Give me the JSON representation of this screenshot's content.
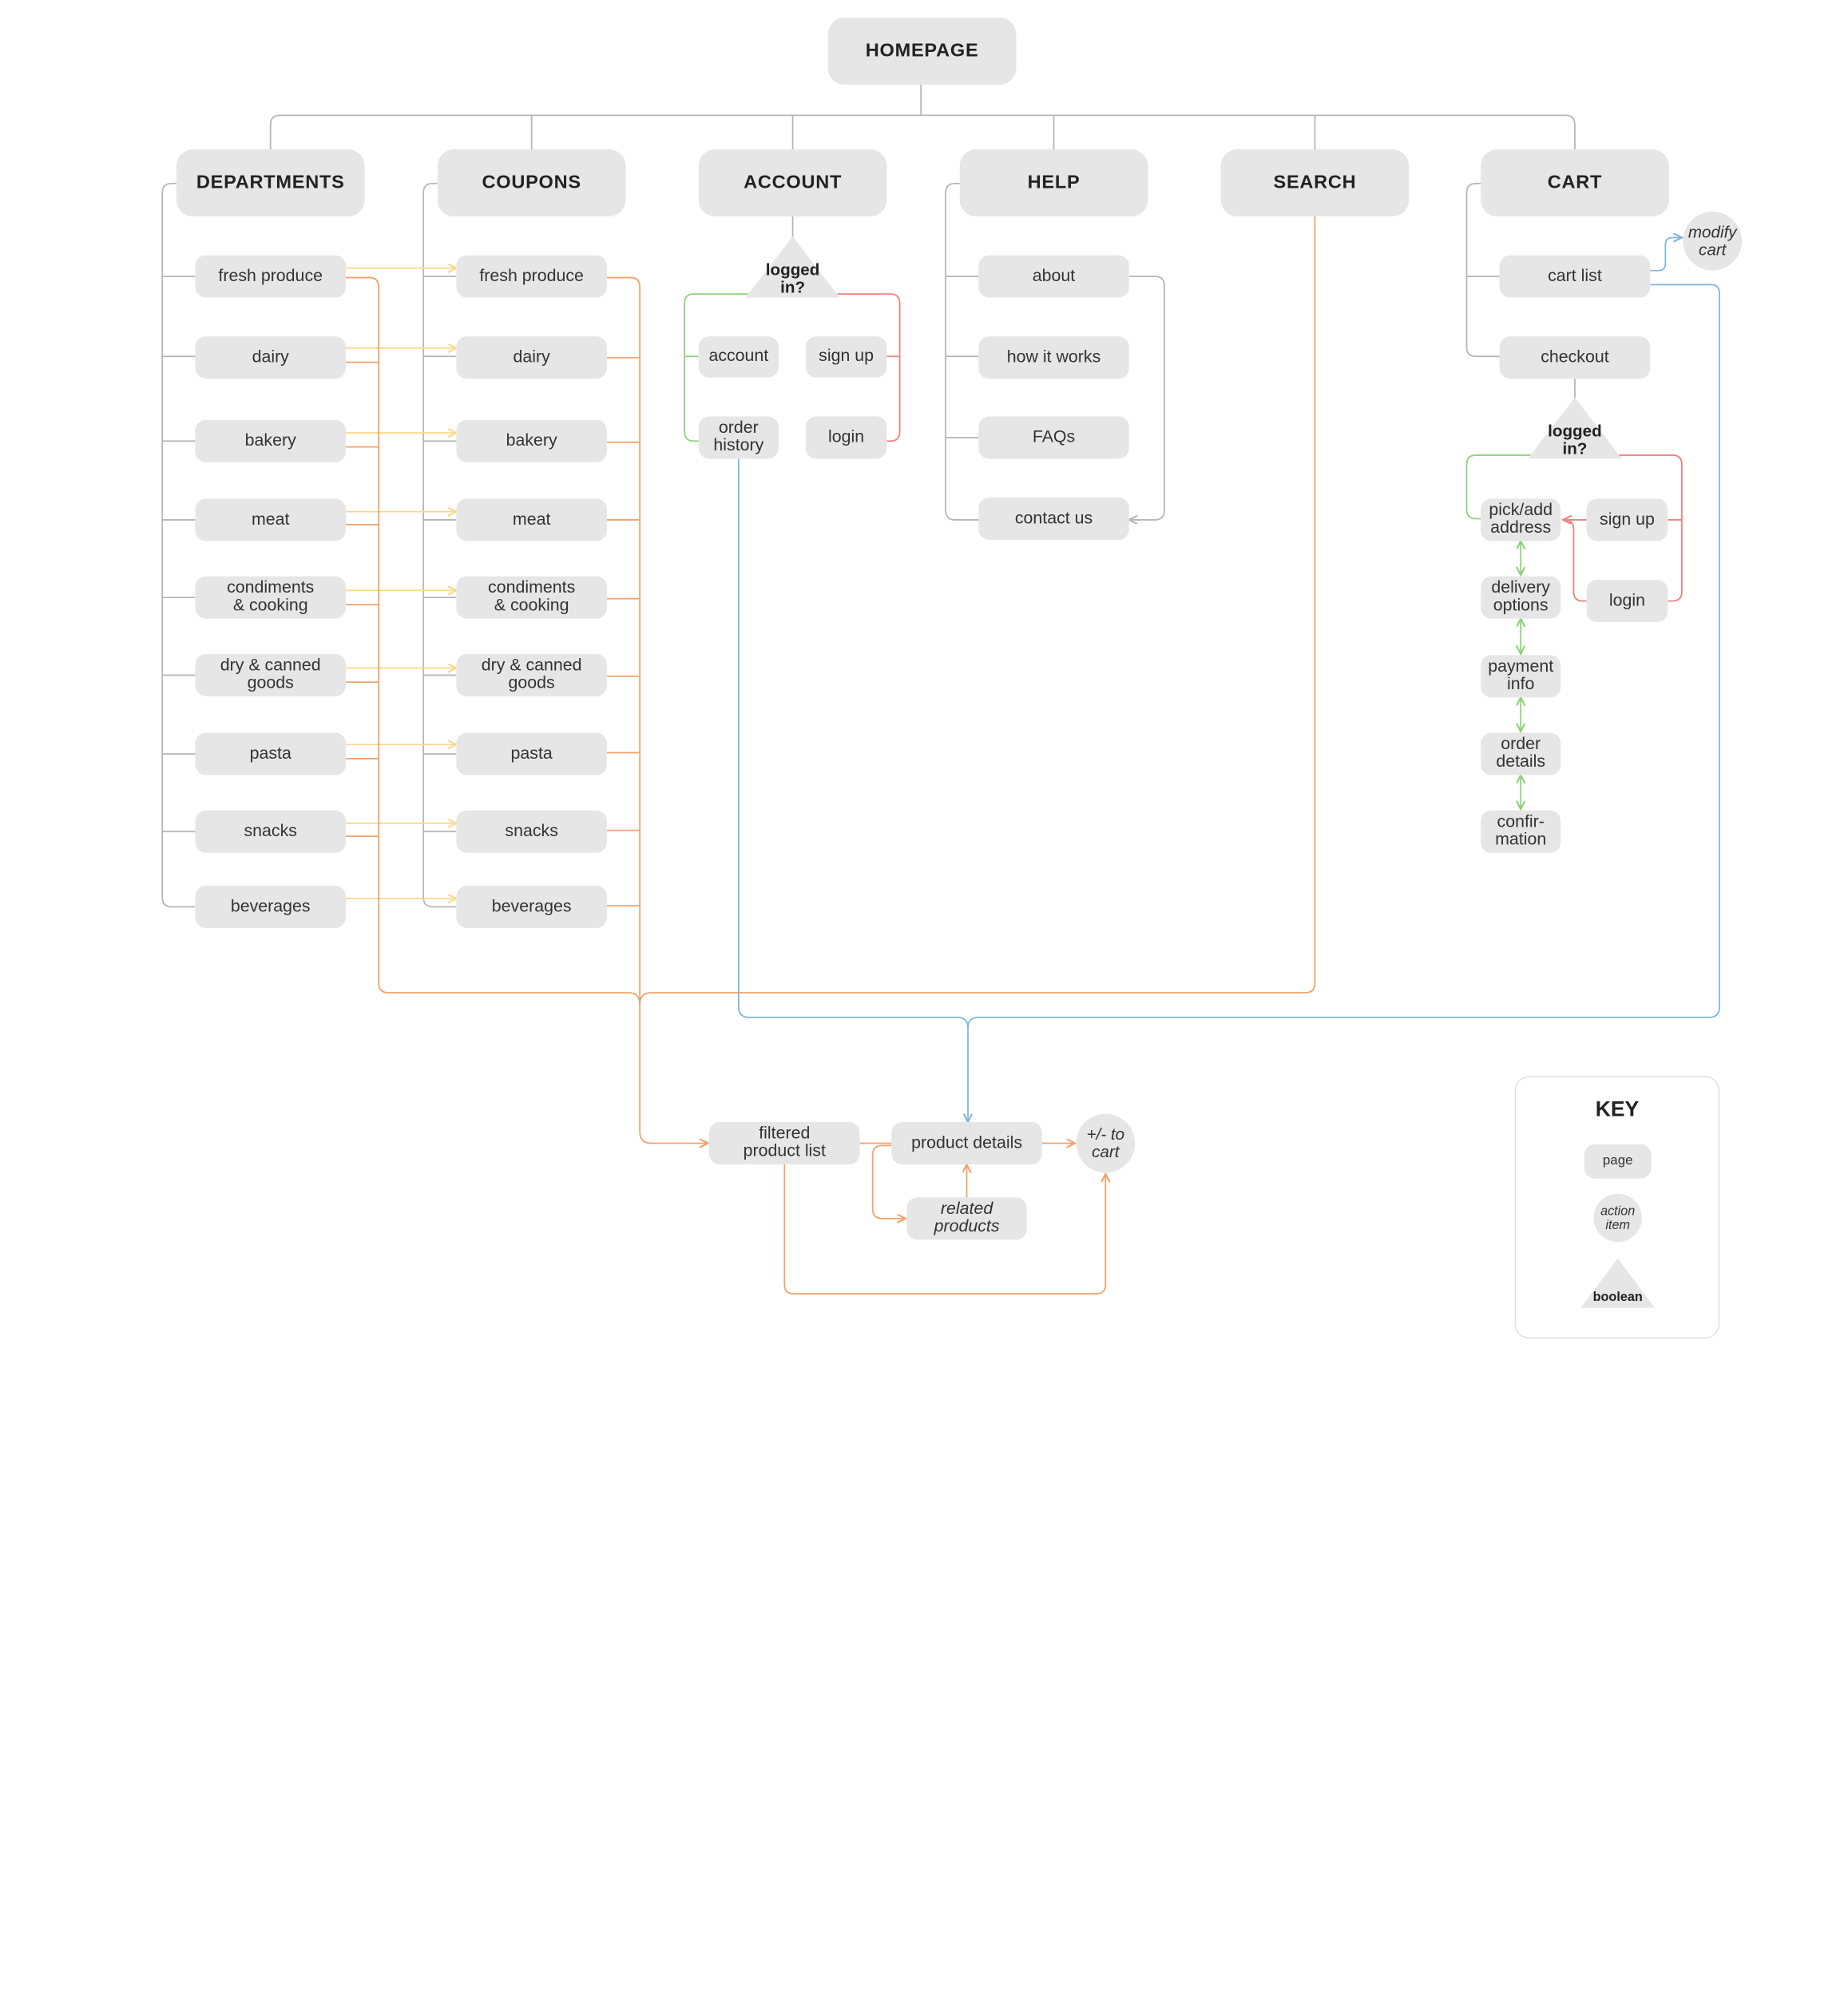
{
  "root": {
    "label": "HOMEPAGE"
  },
  "sections": {
    "departments": "DEPARTMENTS",
    "coupons": "COUPONS",
    "account": "ACCOUNT",
    "help": "HELP",
    "search": "SEARCH",
    "cart": "CART"
  },
  "categories": [
    "fresh produce",
    "dairy",
    "bakery",
    "meat",
    "condiments\n& cooking",
    "dry & canned\ngoods",
    "pasta",
    "snacks",
    "beverages"
  ],
  "account": {
    "decision": "logged\nin?",
    "account": "account",
    "order_history": "order\nhistory",
    "sign_up": "sign up",
    "login": "login"
  },
  "help": {
    "about": "about",
    "how_it_works": "how it works",
    "faqs": "FAQs",
    "contact_us": "contact us"
  },
  "cart": {
    "modify_cart": "modify\ncart",
    "cart_list": "cart list",
    "checkout": "checkout",
    "decision": "logged\nin?",
    "pick_address": "pick/add\naddress",
    "sign_up": "sign up",
    "login": "login",
    "delivery_options": "delivery\noptions",
    "payment_info": "payment\ninfo",
    "order_details": "order\ndetails",
    "confirmation": "confir-\nmation"
  },
  "products": {
    "filtered_list": "filtered\nproduct list",
    "product_details": "product details",
    "add_to_cart": "+/- to\ncart",
    "related_products": "related\nproducts"
  },
  "key": {
    "title": "KEY",
    "page": "page",
    "action": "action\nitem",
    "boolean": "boolean"
  },
  "colors": {
    "structure": "#b5b5b5",
    "browse": "#f2a26a",
    "coupon_link": "#fbd98a",
    "yes": "#8fd17a",
    "no": "#ef8080",
    "cart_flow": "#7fb6dd",
    "node_fill": "#e6e6e6"
  }
}
